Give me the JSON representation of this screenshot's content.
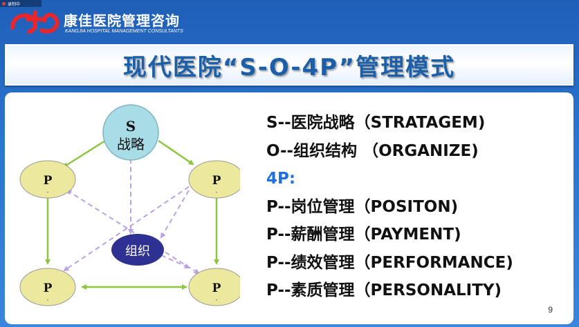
{
  "recording": {
    "label": "录制中"
  },
  "brand": {
    "name_cn": "康佳医院管理咨询",
    "name_en": "KANGJIA HOSPITAL MANAGEMENT CONSULTANTS",
    "logo_color": "#e8262c"
  },
  "slide": {
    "title": "现代医院“S-O-4P”管理模式",
    "page_number": "9"
  },
  "diagram": {
    "nodes": {
      "strategy": {
        "letter": "S",
        "text": "战略",
        "color": "#a8dde8"
      },
      "organization": {
        "text": "组织",
        "color": "#2e3192"
      },
      "p_top_left": {
        "letter": "P",
        "sub": "-",
        "color": "#ece89e"
      },
      "p_top_right": {
        "letter": "P",
        "sub": "-",
        "color": "#ece89e"
      },
      "p_bottom_left": {
        "letter": "P",
        "sub": "-",
        "color": "#ece89e"
      },
      "p_bottom_right": {
        "letter": "P",
        "sub": "-",
        "color": "#ece89e"
      }
    },
    "solid_arrow_color": "#8cc63f",
    "dashed_arrow_color": "#b9a2e6"
  },
  "list": [
    {
      "text": "S--医院战略（STRATAGEM)",
      "accent": false
    },
    {
      "text": "O--组织结构 （ORGANIZE)",
      "accent": false
    },
    {
      "text": "4P:",
      "accent": true
    },
    {
      "text": "P--岗位管理（POSITON)",
      "accent": false
    },
    {
      "text": "P--薪酬管理（PAYMENT)",
      "accent": false
    },
    {
      "text": "P--绩效管理（PERFORMANCE)",
      "accent": false
    },
    {
      "text": "P--素质管理（PERSONALITY)",
      "accent": false
    }
  ]
}
